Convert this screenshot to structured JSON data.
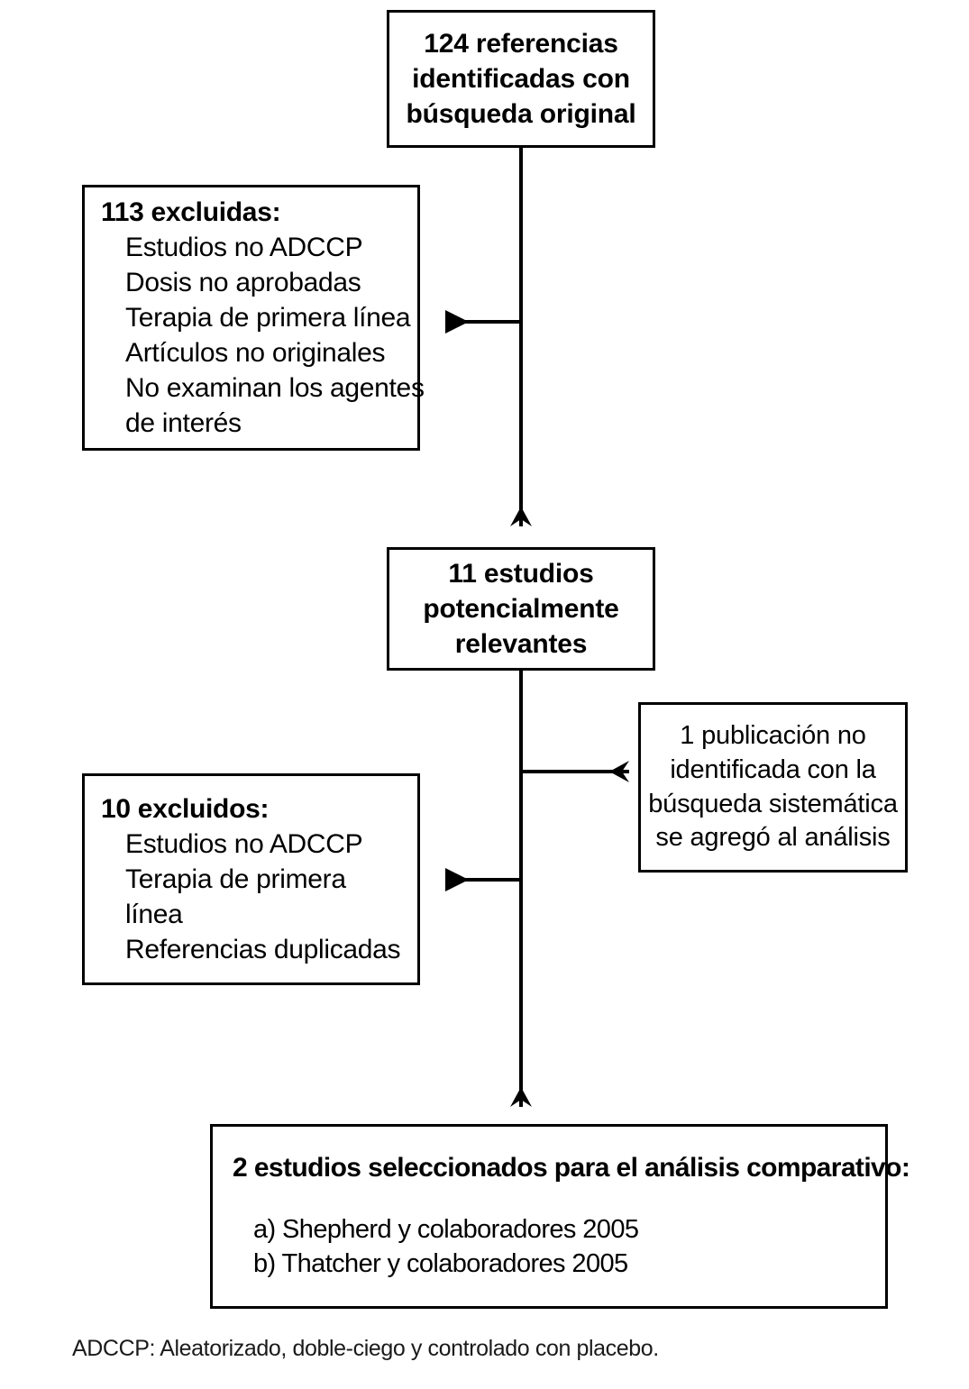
{
  "figure": {
    "type": "flowchart",
    "title_present": false,
    "orientation": "top-to-bottom",
    "line_color": "#000000",
    "background_color": "#ffffff"
  },
  "nodes": {
    "identified": {
      "id": "identified",
      "role": "start",
      "emphasis": "bold",
      "lines": [
        "124 referencias",
        "identificadas con",
        "búsqueda original"
      ]
    },
    "excluded_113": {
      "id": "excluded_113",
      "role": "exclusion",
      "heading": "113 excluidas:",
      "items": [
        "Estudios no ADCCP",
        "Dosis no aprobadas",
        "Terapia de primera línea",
        "Artículos no originales",
        "No examinan los agentes",
        "de interés"
      ]
    },
    "potentially_relevant": {
      "id": "potentially_relevant",
      "role": "intermediate",
      "emphasis": "bold",
      "lines": [
        "11 estudios",
        "potencialmente",
        "relevantes"
      ]
    },
    "added_publication": {
      "id": "added_publication",
      "role": "addition",
      "lines": [
        "1 publicación no",
        "identificada con la",
        "búsqueda sistemática",
        "se agregó al análisis"
      ]
    },
    "excluded_10": {
      "id": "excluded_10",
      "role": "exclusion",
      "heading": "10 excluidos:",
      "items": [
        "Estudios no ADCCP",
        "Terapia de primera",
        "línea",
        "Referencias duplicadas"
      ]
    },
    "selected": {
      "id": "selected",
      "role": "end",
      "heading": "2 estudios seleccionados para el análisis comparativo:",
      "items": [
        "a) Shepherd y colaboradores 2005",
        "b) Thatcher y colaboradores 2005"
      ]
    }
  },
  "edges": [
    {
      "from": "identified",
      "to": "excluded_113",
      "direction": "left",
      "arrowhead": true
    },
    {
      "from": "identified",
      "to": "potentially_relevant",
      "direction": "down",
      "arrowhead": true
    },
    {
      "from": "potentially_relevant",
      "to": "added_publication",
      "direction": "right",
      "arrowhead": true
    },
    {
      "from": "potentially_relevant",
      "to": "excluded_10",
      "direction": "left",
      "arrowhead": true
    },
    {
      "from": "potentially_relevant",
      "to": "selected",
      "direction": "down",
      "arrowhead": true
    }
  ],
  "footnote": {
    "text": "ADCCP: Aleatorizado, doble-ciego y controlado con placebo.",
    "abbreviation": "ADCCP",
    "expansion": "Aleatorizado, doble-ciego y controlado con placebo."
  }
}
